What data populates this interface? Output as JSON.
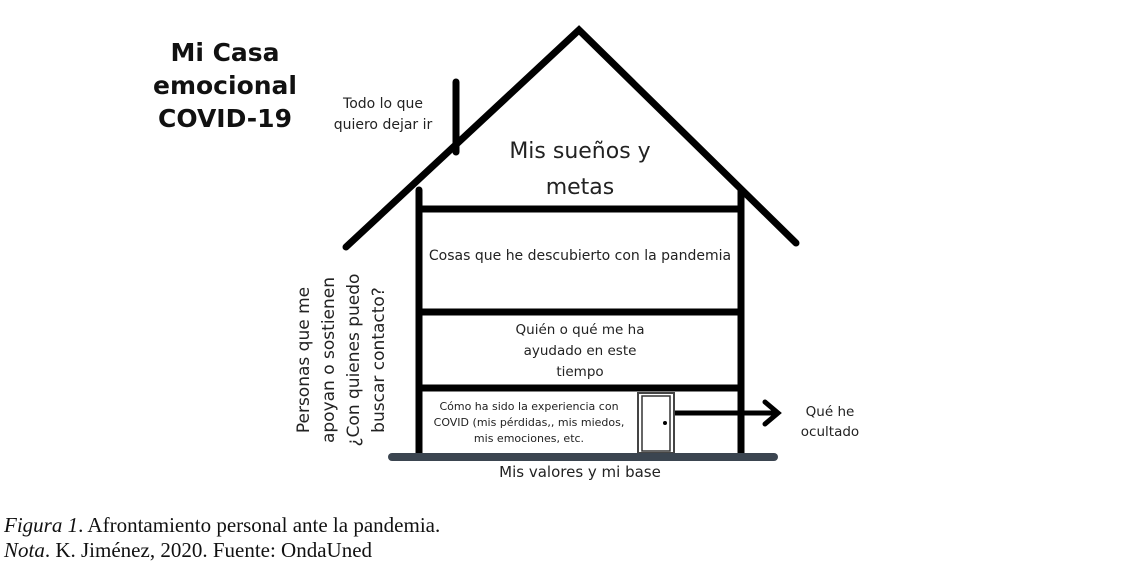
{
  "diagram": {
    "title_lines": [
      "Mi Casa",
      "emocional",
      "COVID-19"
    ],
    "chimney_label": [
      "Todo lo que",
      "quiero dejar ir"
    ],
    "roof_label": [
      "Mis sueños y",
      "metas"
    ],
    "floor_2": "Cosas que he descubierto con la pandemia",
    "floor_1": [
      "Quién o qué me ha",
      "ayudado en este",
      "tiempo"
    ],
    "ground_floor": [
      "Cómo ha sido la experiencia con",
      "COVID (mis pérdidas,, mis miedos,",
      "mis emociones, etc."
    ],
    "walls_label": [
      "Personas que me",
      "apoyan o sostienen",
      "¿Con quienes puedo",
      "buscar contacto?"
    ],
    "door_label": [
      "Qué he",
      "ocultado"
    ],
    "base_label": "Mis valores y mi base",
    "colors": {
      "lines": "#000000",
      "base": "#3b4550"
    }
  },
  "caption": {
    "figure_label": "Figura 1",
    "figure_text": ". Afrontamiento personal ante la pandemia.",
    "note_label": "Nota",
    "note_text": ". K. Jiménez, 2020. Fuente: OndaUned"
  }
}
